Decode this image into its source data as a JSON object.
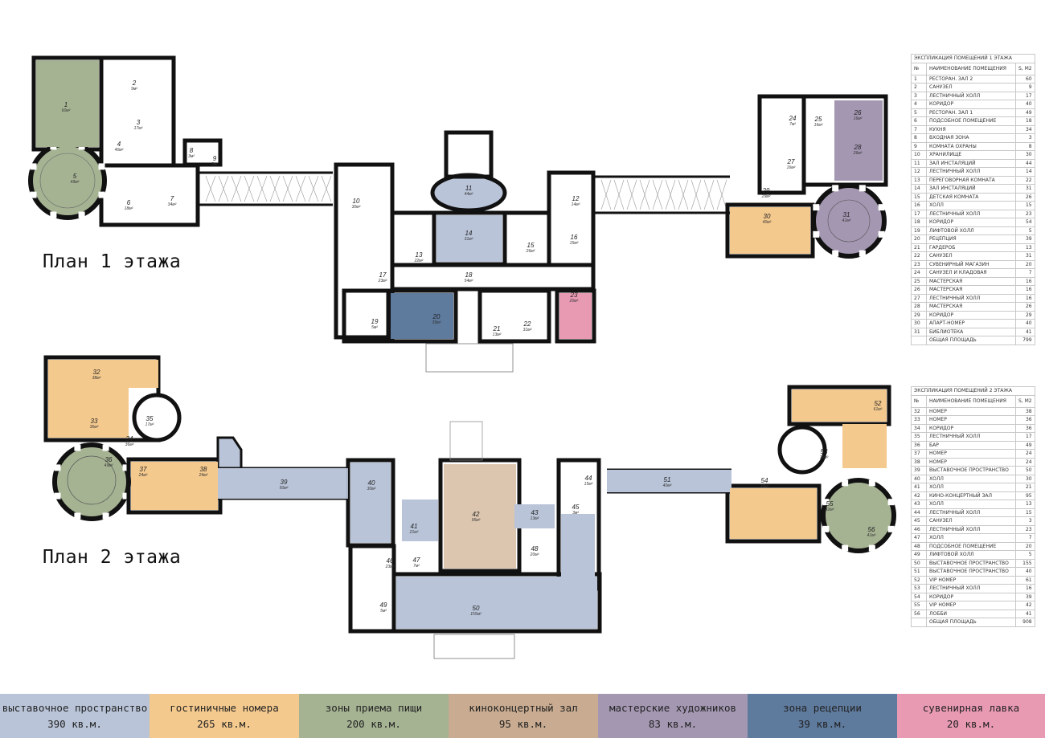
{
  "plan1": {
    "title": "План 1 этажа",
    "rooms": [
      {
        "n": "1",
        "a": "60м²"
      },
      {
        "n": "2",
        "a": "9м²"
      },
      {
        "n": "3",
        "a": "17м²"
      },
      {
        "n": "4",
        "a": "40м²"
      },
      {
        "n": "5",
        "a": "49м²"
      },
      {
        "n": "6",
        "a": "18м²"
      },
      {
        "n": "7",
        "a": "34м²"
      },
      {
        "n": "8",
        "a": "3м²"
      },
      {
        "n": "9",
        "a": "8м²"
      },
      {
        "n": "10",
        "a": "30м²"
      },
      {
        "n": "11",
        "a": "44м²"
      },
      {
        "n": "12",
        "a": "14м²"
      },
      {
        "n": "13",
        "a": "22м²"
      },
      {
        "n": "14",
        "a": "31м²"
      },
      {
        "n": "15",
        "a": "26м²"
      },
      {
        "n": "16",
        "a": "15м²"
      },
      {
        "n": "17",
        "a": "23м²"
      },
      {
        "n": "18",
        "a": "54м²"
      },
      {
        "n": "19",
        "a": "5м²"
      },
      {
        "n": "20",
        "a": "39м²"
      },
      {
        "n": "21",
        "a": "13м²"
      },
      {
        "n": "22",
        "a": "31м²"
      },
      {
        "n": "23",
        "a": "20м²"
      },
      {
        "n": "24",
        "a": "7м²"
      },
      {
        "n": "25",
        "a": "16м²"
      },
      {
        "n": "26",
        "a": "16м²"
      },
      {
        "n": "27",
        "a": "16м²"
      },
      {
        "n": "28",
        "a": "26м²"
      },
      {
        "n": "29",
        "a": "29м²"
      },
      {
        "n": "30",
        "a": "40м²"
      },
      {
        "n": "31",
        "a": "41м²"
      }
    ]
  },
  "plan2": {
    "title": "План 2 этажа",
    "rooms": [
      {
        "n": "32",
        "a": "38м²"
      },
      {
        "n": "33",
        "a": "36м²"
      },
      {
        "n": "34",
        "a": "36м²"
      },
      {
        "n": "35",
        "a": "17м²"
      },
      {
        "n": "36",
        "a": "49м²"
      },
      {
        "n": "37",
        "a": "24м²"
      },
      {
        "n": "38",
        "a": "24м²"
      },
      {
        "n": "39",
        "a": "50м²"
      },
      {
        "n": "40",
        "a": "30м²"
      },
      {
        "n": "41",
        "a": "21м²"
      },
      {
        "n": "42",
        "a": "95м²"
      },
      {
        "n": "43",
        "a": "13м²"
      },
      {
        "n": "44",
        "a": "15м²"
      },
      {
        "n": "45",
        "a": "3м²"
      },
      {
        "n": "46",
        "a": "23м²"
      },
      {
        "n": "47",
        "a": "7м²"
      },
      {
        "n": "48",
        "a": "20м²"
      },
      {
        "n": "49",
        "a": "5м²"
      },
      {
        "n": "50",
        "a": "155м²"
      },
      {
        "n": "51",
        "a": "40м²"
      },
      {
        "n": "52",
        "a": "61м²"
      },
      {
        "n": "53",
        "a": "16м²"
      },
      {
        "n": "54",
        "a": "39м²"
      },
      {
        "n": "55",
        "a": "42м²"
      },
      {
        "n": "56",
        "a": "41м²"
      }
    ]
  },
  "explication1": {
    "caption": "ЭКСПЛИКАЦИЯ ПОМЕЩЕНИЙ 1 ЭТАЖА",
    "col_num": "№",
    "col_name": "НАИМЕНОВАНИЕ ПОМЕЩЕНИЯ",
    "col_area": "S, М2",
    "rows": [
      [
        "1",
        "РЕСТОРАН. ЗАЛ 2",
        "60"
      ],
      [
        "2",
        "САНУЗЕЛ",
        "9"
      ],
      [
        "3",
        "ЛЕСТНИЧНЫЙ ХОЛЛ",
        "17"
      ],
      [
        "4",
        "КОРИДОР",
        "40"
      ],
      [
        "5",
        "РЕСТОРАН. ЗАЛ 1",
        "49"
      ],
      [
        "6",
        "ПОДСОБНОЕ ПОМЕЩЕНИЕ",
        "18"
      ],
      [
        "7",
        "КУХНЯ",
        "34"
      ],
      [
        "8",
        "ВХОДНАЯ ЗОНА",
        "3"
      ],
      [
        "9",
        "КОМНАТА ОХРАНЫ",
        "8"
      ],
      [
        "10",
        "ХРАНИЛИЩЕ",
        "30"
      ],
      [
        "11",
        "ЗАЛ ИНСТАЛЯЦИЙ",
        "44"
      ],
      [
        "12",
        "ЛЕСТНИЧНЫЙ ХОЛЛ",
        "14"
      ],
      [
        "13",
        "ПЕРЕГОВОРНАЯ КОМНАТА",
        "22"
      ],
      [
        "14",
        "ЗАЛ ИНСТАЛЯЦИЙ",
        "31"
      ],
      [
        "15",
        "ДЕТСКАЯ КОМНАТА",
        "26"
      ],
      [
        "16",
        "ХОЛЛ",
        "15"
      ],
      [
        "17",
        "ЛЕСТНИЧНЫЙ ХОЛЛ",
        "23"
      ],
      [
        "18",
        "КОРИДОР",
        "54"
      ],
      [
        "19",
        "ЛИФТОВОЙ ХОЛЛ",
        "5"
      ],
      [
        "20",
        "РЕЦЕПЦИЯ",
        "39"
      ],
      [
        "21",
        "ГАРДЕРОБ",
        "13"
      ],
      [
        "22",
        "САНУЗЕЛ",
        "31"
      ],
      [
        "23",
        "СУВЕНИРНЫЙ МАГАЗИН",
        "20"
      ],
      [
        "24",
        "САНУЗЕЛ И КЛАДОВАЯ",
        "7"
      ],
      [
        "25",
        "МАСТЕРСКАЯ",
        "16"
      ],
      [
        "26",
        "МАСТЕРСКАЯ",
        "16"
      ],
      [
        "27",
        "ЛЕСТНИЧНЫЙ ХОЛЛ",
        "16"
      ],
      [
        "28",
        "МАСТЕРСКАЯ",
        "26"
      ],
      [
        "29",
        "КОРИДОР",
        "29"
      ],
      [
        "30",
        "АПАРТ-НОМЕР",
        "40"
      ],
      [
        "31",
        "БИБЛИОТЕКА",
        "41"
      ]
    ],
    "total_label": "ОБЩАЯ ПЛОЩАДЬ",
    "total": "799"
  },
  "explication2": {
    "caption": "ЭКСПЛИКАЦИЯ ПОМЕЩЕНИЙ 2 ЭТАЖА",
    "col_num": "№",
    "col_name": "НАИМЕНОВАНИЕ ПОМЕЩЕНИЯ",
    "col_area": "S, М2",
    "rows": [
      [
        "32",
        "НОМЕР",
        "38"
      ],
      [
        "33",
        "НОМЕР",
        "36"
      ],
      [
        "34",
        "КОРИДОР",
        "36"
      ],
      [
        "35",
        "ЛЕСТНИЧНЫЙ ХОЛЛ",
        "17"
      ],
      [
        "36",
        "БАР",
        "49"
      ],
      [
        "37",
        "НОМЕР",
        "24"
      ],
      [
        "38",
        "НОМЕР",
        "24"
      ],
      [
        "39",
        "ВЫСТАВОЧНОЕ ПРОСТРАНСТВО",
        "50"
      ],
      [
        "40",
        "ХОЛЛ",
        "30"
      ],
      [
        "41",
        "ХОЛЛ",
        "21"
      ],
      [
        "42",
        "КИНО-КОНЦЕРТНЫЙ ЗАЛ",
        "95"
      ],
      [
        "43",
        "ХОЛЛ",
        "13"
      ],
      [
        "44",
        "ЛЕСТНИЧНЫЙ ХОЛЛ",
        "15"
      ],
      [
        "45",
        "САНУЗЕЛ",
        "3"
      ],
      [
        "46",
        "ЛЕСТНИЧНЫЙ ХОЛЛ",
        "23"
      ],
      [
        "47",
        "ХОЛЛ",
        "7"
      ],
      [
        "48",
        "ПОДСОБНОЕ ПОМЕЩЕНИЕ",
        "20"
      ],
      [
        "49",
        "ЛИФТОВОЙ ХОЛЛ",
        "5"
      ],
      [
        "50",
        "ВЫСТАВОЧНОЕ ПРОСТРАНСТВО",
        "155"
      ],
      [
        "51",
        "ВЫСТАВОЧНОЕ ПРОСТРАНСТВО",
        "40"
      ],
      [
        "52",
        "VIP НОМЕР",
        "61"
      ],
      [
        "53",
        "ЛЕСТНИЧНЫЙ ХОЛЛ",
        "16"
      ],
      [
        "54",
        "КОРИДОР",
        "39"
      ],
      [
        "55",
        "VIP НОМЕР",
        "42"
      ],
      [
        "56",
        "ЛОББИ",
        "41"
      ]
    ],
    "total_label": "ОБЩАЯ ПЛОЩАДЬ",
    "total": "908"
  },
  "legend": [
    {
      "label": "выставочное пространство",
      "area": "390 кв.м.",
      "color": "#b9c4d8"
    },
    {
      "label": "гостиничные номера",
      "area": "265 кв.м.",
      "color": "#f4c98e"
    },
    {
      "label": "зоны приема пищи",
      "area": "200 кв.м.",
      "color": "#a5b393"
    },
    {
      "label": "киноконцертный зал",
      "area": "95 кв.м.",
      "color": "#c8ab90"
    },
    {
      "label": "мастерские художников",
      "area": "83 кв.м.",
      "color": "#a497b2"
    },
    {
      "label": "зона рецепции",
      "area": "39 кв.м.",
      "color": "#5e7a9d"
    },
    {
      "label": "сувенирная лавка",
      "area": "20 кв.м.",
      "color": "#e99ab3"
    }
  ],
  "colors": {
    "wall": "#111111",
    "exhibition": "#b9c4d8",
    "hotel": "#f4c98e",
    "dining": "#a5b393",
    "cinema": "#dcc6b0",
    "studio": "#a497b2",
    "reception": "#5e7a9d",
    "souvenir": "#e99ab3"
  }
}
